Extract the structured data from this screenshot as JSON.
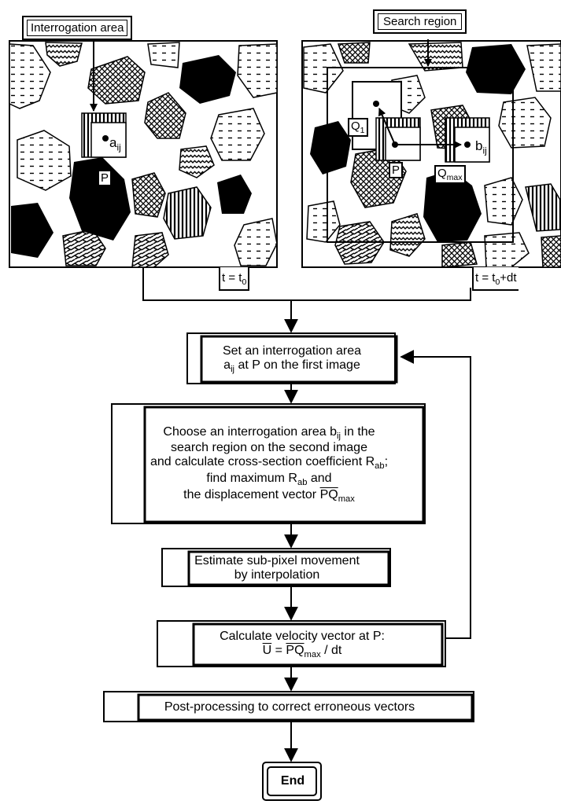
{
  "top": {
    "interrogation_label": "Interrogation area",
    "search_label": "Search region",
    "left_image": {
      "point_a": "a",
      "point_a_sub": "ij",
      "point_p": "P",
      "time": "t = t",
      "time_sub": "0"
    },
    "right_image": {
      "point_q1": "Q",
      "point_q1_sub": "1",
      "point_p": "P",
      "point_b": "b",
      "point_b_sub": "ij",
      "point_qmax": "Q",
      "point_qmax_sub": "max",
      "time": "t = t",
      "time_sub": "0",
      "time_suffix": "+dt"
    }
  },
  "steps": [
    {
      "id": "set-area",
      "line1": "Set an interrogation area",
      "line2_pre": "a",
      "line2_sub": "ij",
      "line2_post": " at P on the first image"
    },
    {
      "id": "choose-area",
      "line1_pre": "Choose an interrogation area b",
      "line1_sub": "ij",
      "line1_post": " in the",
      "line2": "search region on the second image",
      "line3_pre": "and calculate cross-section coefficient R",
      "line3_sub": "ab",
      "line3_post": ";",
      "line4_pre": "find maximum R",
      "line4_sub": "ab",
      "line4_post": " and",
      "line5_pre": "the displacement vector ",
      "line5_vec": "PQ",
      "line5_sub": "max"
    },
    {
      "id": "estimate",
      "line1": "Estimate sub-pixel movement",
      "line2": "by interpolation"
    },
    {
      "id": "velocity",
      "line1": "Calculate velocity vector at P:",
      "line2_u": "U",
      "line2_eq": " = ",
      "line2_vec": "PQ",
      "line2_sub": "max",
      "line2_post": " / dt"
    },
    {
      "id": "post",
      "line1": "Post-processing to correct erroneous vectors"
    }
  ],
  "end_label": "End"
}
